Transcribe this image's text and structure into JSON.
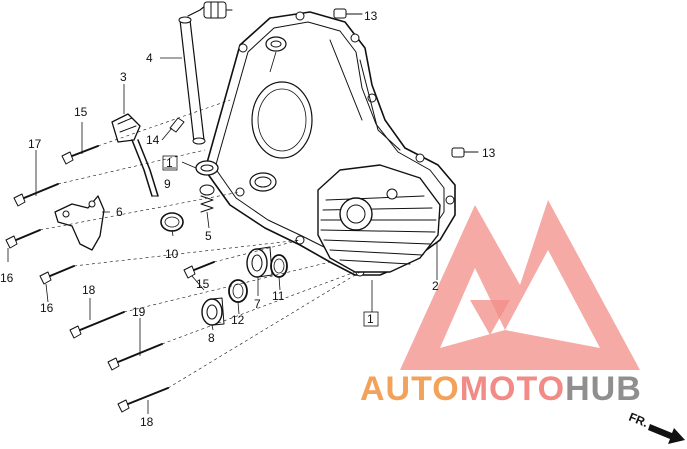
{
  "callouts": {
    "c1a": "1",
    "c1b": "1",
    "c2": "2",
    "c3": "3",
    "c4": "4",
    "c5": "5",
    "c6": "6",
    "c7": "7",
    "c8": "8",
    "c9": "9",
    "c10": "10",
    "c11": "11",
    "c12": "12",
    "c13a": "13",
    "c13b": "13",
    "c14": "14",
    "c15a": "15",
    "c15b": "15",
    "c16a": "16",
    "c16b": "16",
    "c17": "17",
    "c18a": "18",
    "c18b": "18",
    "c19": "19"
  },
  "direction_marker": {
    "label": "FR."
  },
  "watermark": {
    "parts": [
      "AUTO",
      "MOTO",
      "HUB"
    ],
    "colors": {
      "auto": "#f2a25a",
      "moto": "#f28a86",
      "hub": "#8f8f8f",
      "triangle": "#f07a72"
    }
  }
}
